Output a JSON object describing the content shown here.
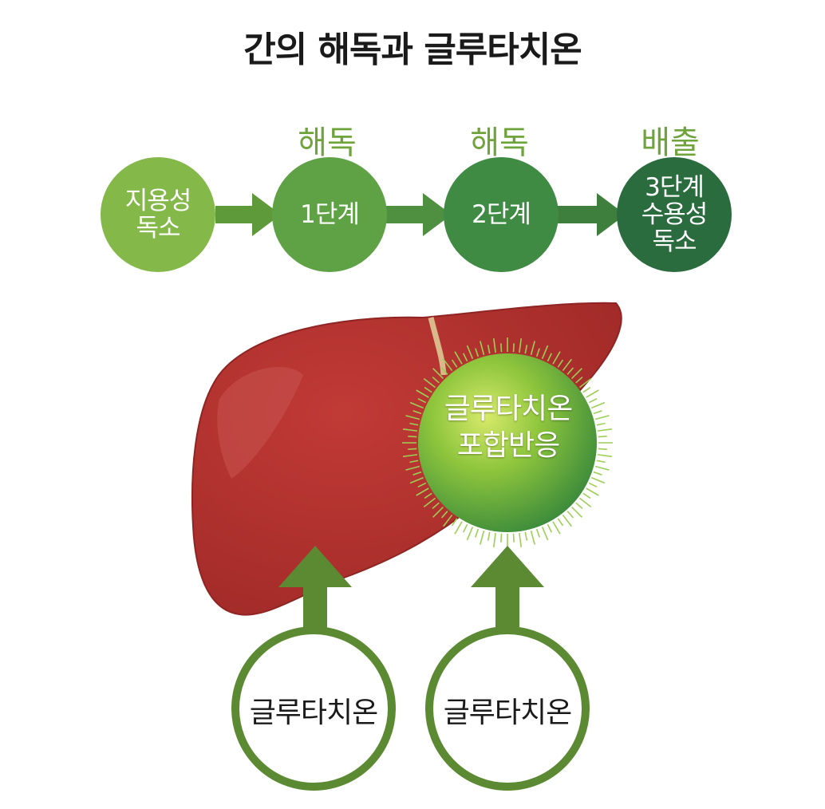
{
  "title": "간의 해독과 글루타치온",
  "stages": {
    "s1": {
      "label": "해독",
      "circle": [
        "1단계"
      ]
    },
    "s2": {
      "label": "해독",
      "circle": [
        "2단계"
      ]
    },
    "s3": {
      "label": "배출",
      "circle": [
        "3단계",
        "수용성",
        "독소"
      ]
    }
  },
  "start_circle": [
    "지용성",
    "독소"
  ],
  "reaction": [
    "글루타치온",
    "포합반응"
  ],
  "glutathione_inputs": [
    "글루타치온",
    "글루타치온"
  ],
  "colors": {
    "stage_label": "#6fa33b",
    "c_start": "#84b94a",
    "c_stage1": "#5fa245",
    "c_stage2": "#3f8b44",
    "c_stage3": "#2b6c3f",
    "arrow": "#5e9a3a",
    "liver": "#b0302e",
    "input_ring": "#5c8a33"
  }
}
